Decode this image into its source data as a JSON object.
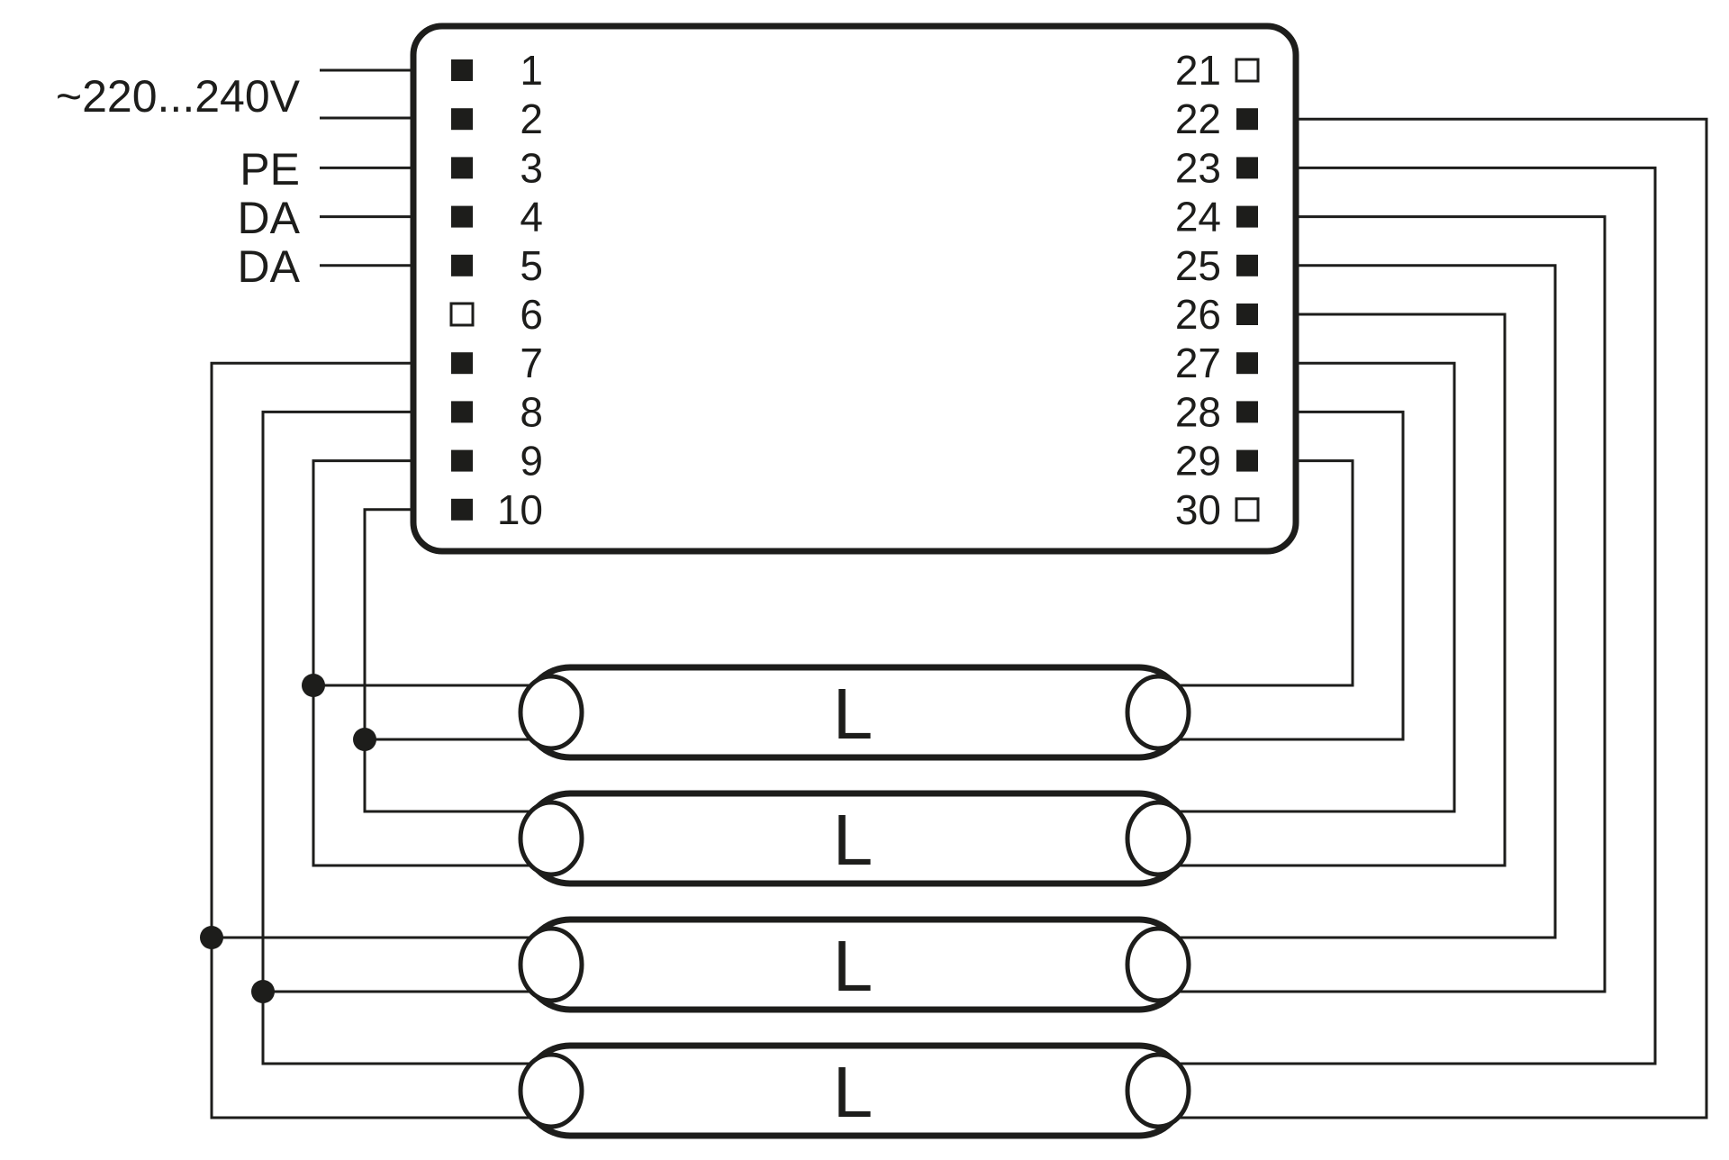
{
  "supply": {
    "voltage": "~220...240V",
    "pe": "PE",
    "da1": "DA",
    "da2": "DA"
  },
  "left_terminals": [
    {
      "label": "1",
      "filled": true
    },
    {
      "label": "2",
      "filled": true
    },
    {
      "label": "3",
      "filled": true
    },
    {
      "label": "4",
      "filled": true
    },
    {
      "label": "5",
      "filled": true
    },
    {
      "label": "6",
      "filled": false
    },
    {
      "label": "7",
      "filled": true
    },
    {
      "label": "8",
      "filled": true
    },
    {
      "label": "9",
      "filled": true
    },
    {
      "label": "10",
      "filled": true
    }
  ],
  "right_terminals": [
    {
      "label": "21",
      "filled": false
    },
    {
      "label": "22",
      "filled": true
    },
    {
      "label": "23",
      "filled": true
    },
    {
      "label": "24",
      "filled": true
    },
    {
      "label": "25",
      "filled": true
    },
    {
      "label": "26",
      "filled": true
    },
    {
      "label": "27",
      "filled": true
    },
    {
      "label": "28",
      "filled": true
    },
    {
      "label": "29",
      "filled": true
    },
    {
      "label": "30",
      "filled": false
    }
  ],
  "lamps": [
    {
      "label": "L"
    },
    {
      "label": "L"
    },
    {
      "label": "L"
    },
    {
      "label": "L"
    }
  ],
  "colors": {
    "line": "#1d1d1b",
    "background": "#ffffff"
  }
}
